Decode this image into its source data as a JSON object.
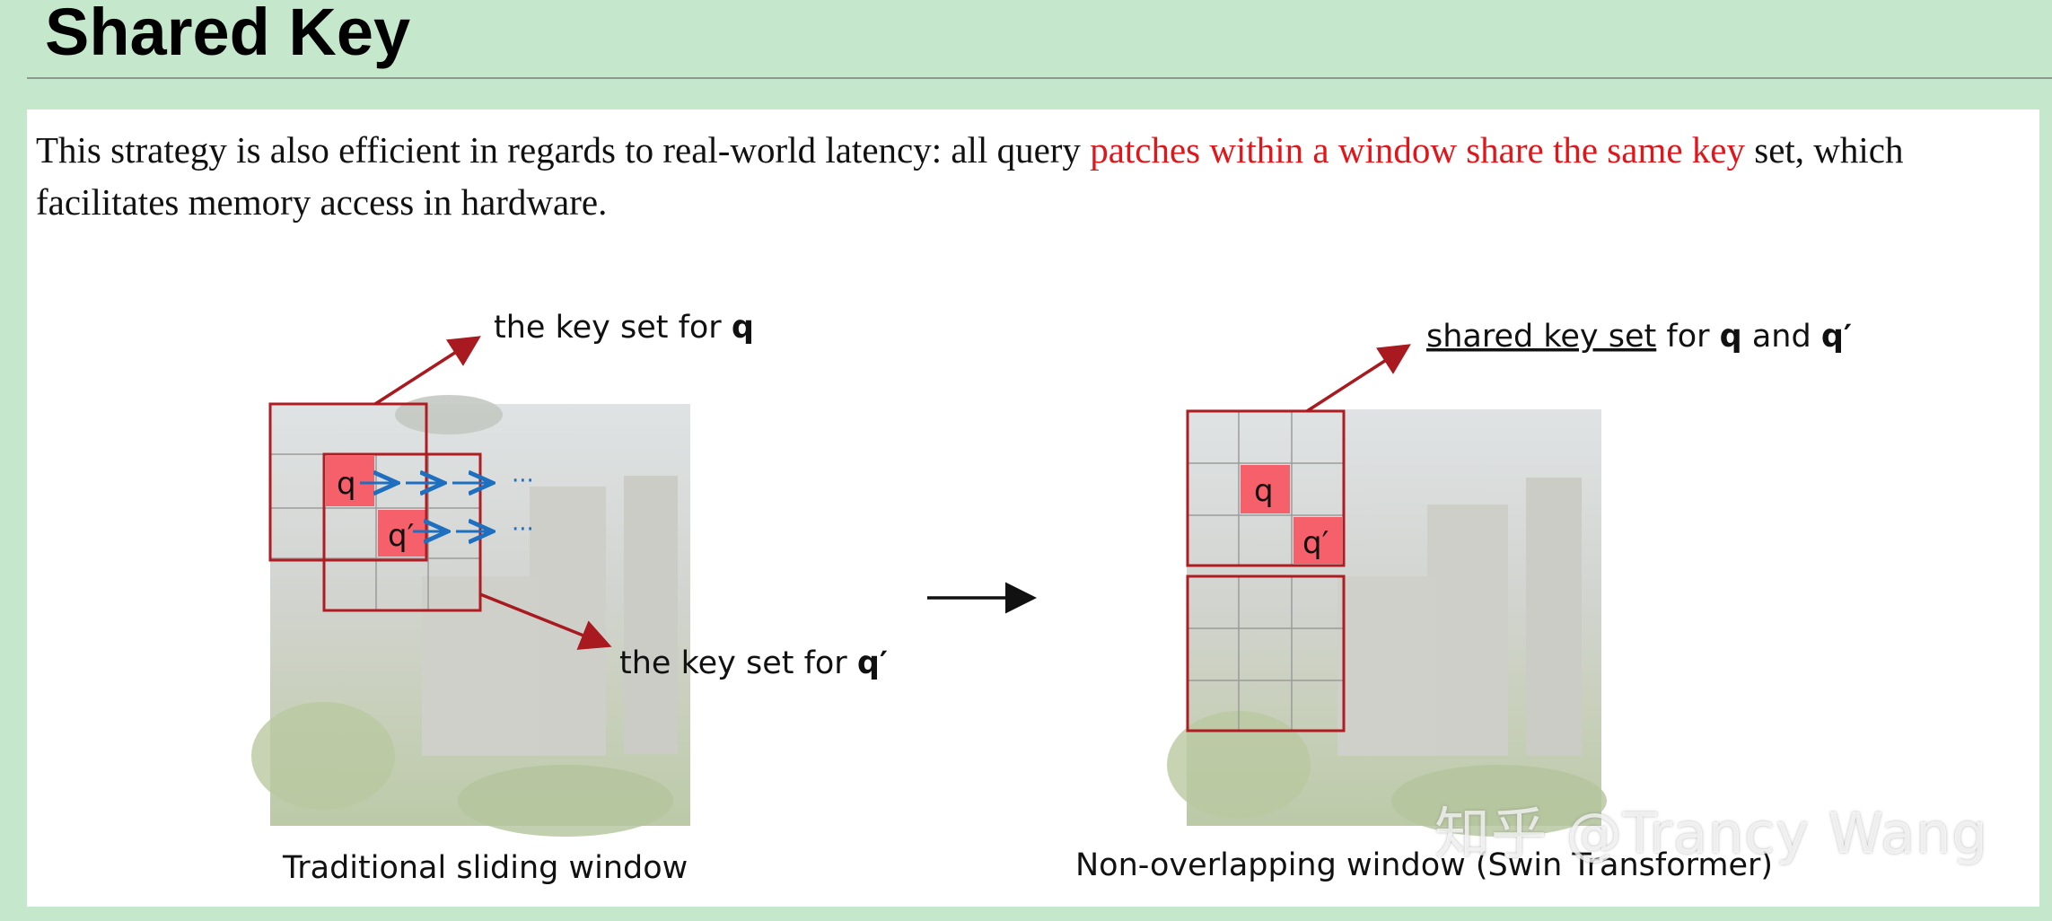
{
  "title": "Shared Key",
  "description": {
    "part1": "This strategy is also efficient in regards to real-world latency: all query ",
    "highlight": "patches within a window share the same key",
    "part2": " set, which facilitates memory access in hardware."
  },
  "left_figure": {
    "key_set_q_label": "the key set for ",
    "q_symbol": "q",
    "key_set_qprime_label": "the key set for ",
    "qprime_symbol": "q′",
    "ellipsis_1": "···",
    "ellipsis_2": "···",
    "caption": "Traditional sliding window"
  },
  "right_figure": {
    "shared_label": "shared key set",
    "for_text": " for ",
    "q_symbol": "q",
    "and_text": " and ",
    "qprime_symbol": "q′",
    "caption": "Non-overlapping window (Swin Transformer)"
  },
  "watermark": "知乎 @Trancy Wang",
  "colors": {
    "background": "#c5e8cc",
    "highlight_text": "#e0161b",
    "window_border": "#b01c22",
    "patch_fill": "#f6606a",
    "blue_arrow": "#1f6fc0",
    "red_arrow": "#a81a1f"
  }
}
